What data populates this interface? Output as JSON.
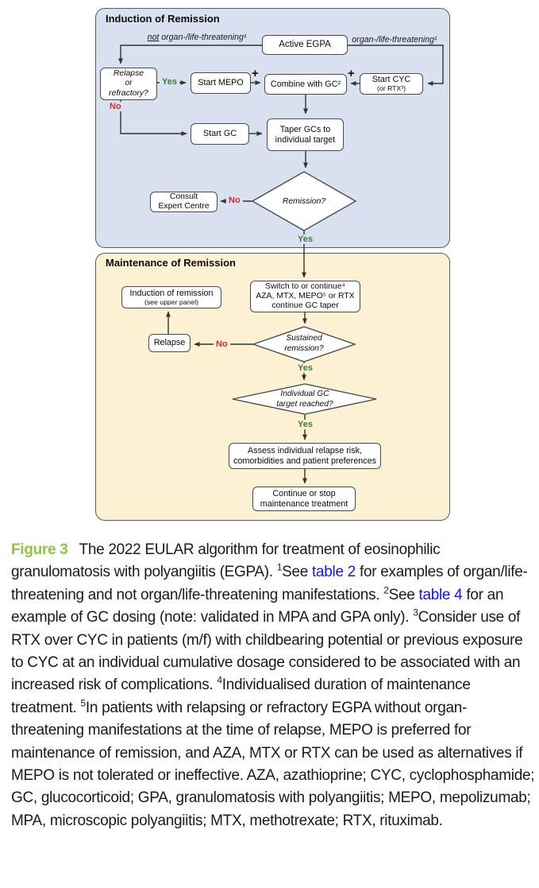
{
  "colors": {
    "panel-blue": "#D9E1F1",
    "panel-yellow": "#FCF2D3",
    "box-border": "#4A4A4A",
    "arrow": "#333333",
    "yes-green": "#3B7D38",
    "no-red": "#DF2B24",
    "figure-green": "#8DC63F",
    "link-blue": "#1414E6"
  },
  "flow": {
    "induction": {
      "title": "Induction of Remission",
      "branch_left_word": "not",
      "branch_left_rest": " organ-/life-threatening¹",
      "branch_right": "organ-/life-threatening¹",
      "active_egpa": "Active EGPA",
      "relapse_question": "Relapse\nor\nrefractory?",
      "start_mepo": "Start MEPO",
      "combine_gc": "Combine with GC²",
      "start_cyc": "Start CYC",
      "start_cyc_sub": "(or RTX³)",
      "start_gc": "Start GC",
      "taper_gc": "Taper GCs to\nindividual target",
      "remission_question": "Remission?",
      "consult": "Consult\nExpert Centre"
    },
    "maintenance": {
      "title": "Maintenance of Remission",
      "induction_ref": "Induction of remission",
      "induction_ref_sub": "(see upper panel)",
      "switch_box": "Switch to or continue⁴\nAZA, MTX, MEPO⁵ or RTX\ncontinue GC taper",
      "sustained_question": "Sustained\nremission?",
      "relapse": "Relapse",
      "gc_target_question": "Individual GC\ntarget reached?",
      "assess": "Assess individual relapse risk,\ncomorbidities and patient preferences",
      "continue_stop": "Continue or stop\nmaintenance treatment"
    },
    "labels": {
      "yes": "Yes",
      "no": "No",
      "plus": "+"
    }
  },
  "caption": {
    "label": "Figure 3",
    "s1": "The 2022 EULAR algorithm for treatment of eosinophilic granulomatosis with polyangiitis (EGPA). ",
    "sup1": "1",
    "s2": "See ",
    "link1": "table 2",
    "s3": " for examples of organ/life-threatening and not organ/life-threatening manifestations. ",
    "sup2": "2",
    "s4": "See ",
    "link2": "table 4",
    "s5": " for an example of GC dosing (note: validated in MPA and GPA only). ",
    "sup3": "3",
    "s6": "Consider use of RTX over CYC in patients (m/f) with childbearing potential or previous exposure to CYC at an individual cumulative dosage considered to be associated with an increased risk of complications. ",
    "sup4": "4",
    "s7": "Individualised duration of maintenance treatment. ",
    "sup5": "5",
    "s8": "In patients with relapsing or refractory EGPA without organ-threatening manifestations at the time of relapse, MEPO is preferred for maintenance of remission, and AZA, MTX or RTX can be used as alternatives if MEPO is not tolerated or ineffective. AZA, azathioprine; CYC, cyclophosphamide; GC, glucocorticoid; GPA, granulomatosis with polyangiitis; MEPO, mepolizumab; MPA, microscopic polyangiitis; MTX, methotrexate; RTX, rituximab."
  }
}
